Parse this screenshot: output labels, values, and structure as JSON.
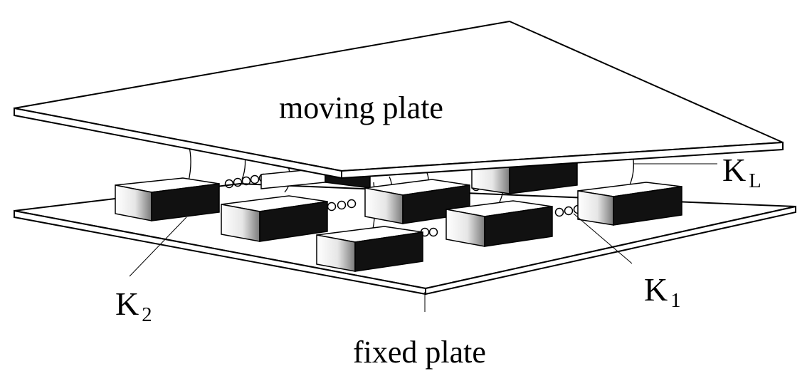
{
  "labels": {
    "moving_plate": "moving plate",
    "fixed_plate": "fixed plate",
    "k_l": {
      "main": "K",
      "sub": "L"
    },
    "k_1": {
      "main": "K",
      "sub": "1"
    },
    "k_2": {
      "main": "K",
      "sub": "2"
    }
  },
  "colors": {
    "stroke": "#000000",
    "plate_fill": "#ffffff",
    "block_top": "#ffffff",
    "block_side": "#111111"
  }
}
